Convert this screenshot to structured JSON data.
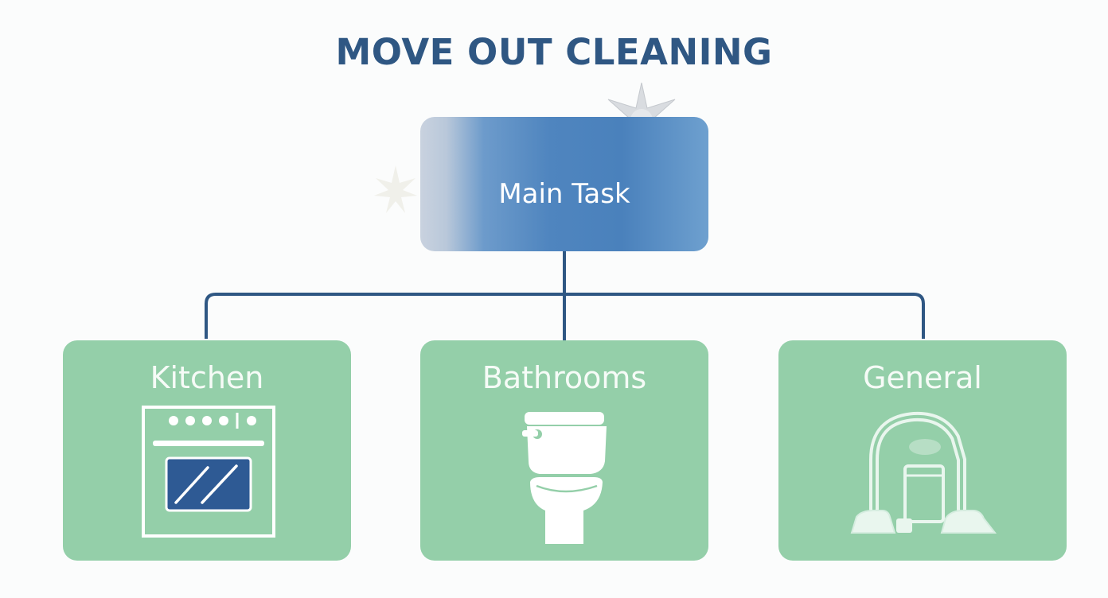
{
  "title": "MOVE OUT CLEANING",
  "main_task": {
    "label": "Main Task"
  },
  "categories": [
    {
      "label": "Kitchen",
      "icon": "oven-icon"
    },
    {
      "label": "Bathrooms",
      "icon": "toilet-icon"
    },
    {
      "label": "General",
      "icon": "vacuum-cleaner-icon"
    }
  ],
  "colors": {
    "title": "#2f5783",
    "main_task_box": "#4f85bf",
    "category_card": "#94cfa9",
    "connector": "#2f5783",
    "icon_stroke": "#ffffff",
    "oven_window": "#2e5a94"
  }
}
